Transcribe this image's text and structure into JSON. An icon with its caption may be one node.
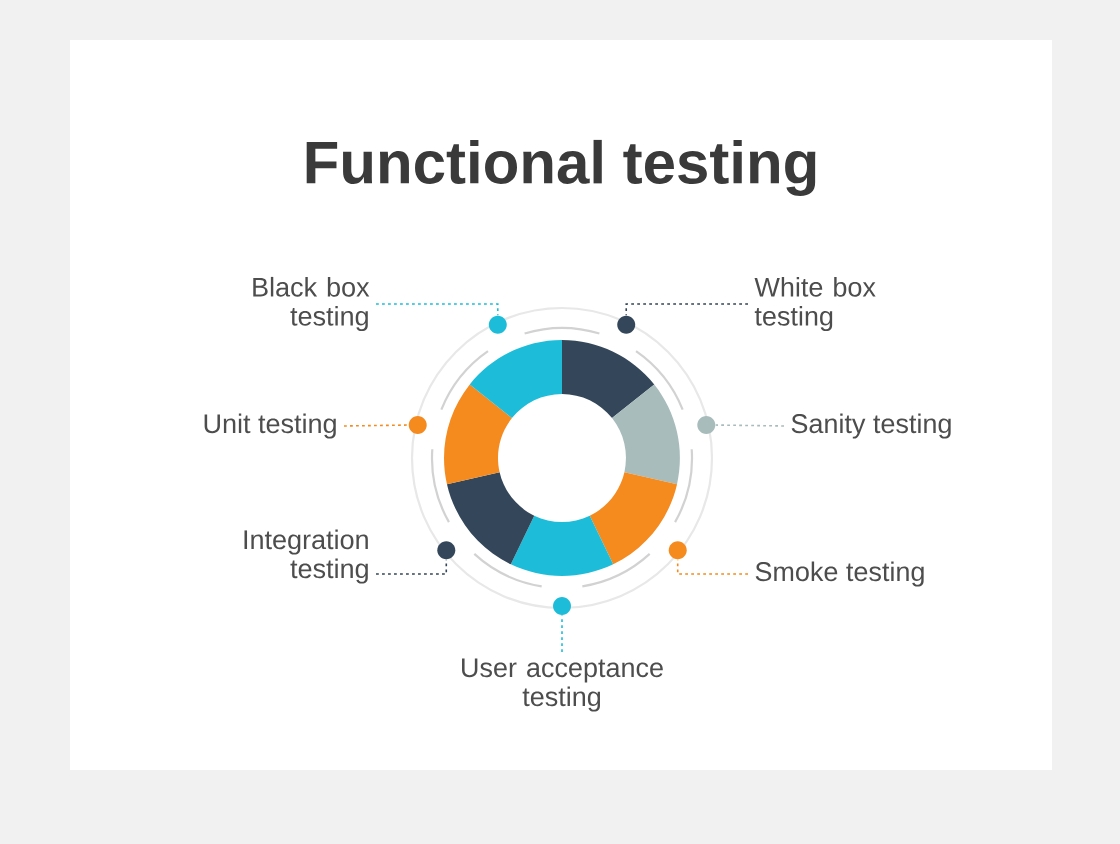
{
  "diagram": {
    "title": "Functional testing",
    "nodes": [
      {
        "text": [
          "Black box testing"
        ]
      },
      {
        "text": [
          "White box testing"
        ]
      },
      {
        "text": [
          "Unit testing"
        ]
      },
      {
        "text": [
          "Sanity testing"
        ]
      },
      {
        "text": [
          "Integration testing"
        ]
      },
      {
        "text": [
          "Smoke testing"
        ]
      },
      {
        "text": [
          "User acceptance testing"
        ]
      },
      {
        "text": [],
        "shape": "circle"
      },
      {
        "text": [],
        "shape": "circle"
      },
      {
        "text": [],
        "shape": "circle"
      },
      {
        "text": [],
        "shape": "circle"
      },
      {
        "text": [],
        "shape": "circle"
      },
      {
        "text": [],
        "shape": "circle"
      },
      {
        "text": [],
        "shape": "circle"
      }
    ],
    "edges": [
      {
        "from": 0,
        "to": 7,
        "arrow": "none",
        "style": "dashed",
        "color": "#1dbdda"
      },
      {
        "from": 1,
        "to": 8,
        "arrow": "none",
        "style": "dashed",
        "color": "#34475a"
      },
      {
        "from": 2,
        "to": 9,
        "arrow": "none",
        "style": "dashed",
        "color": "#f58a1f"
      },
      {
        "from": 3,
        "to": 10,
        "arrow": "none",
        "style": "dashed",
        "color": "#a8bcbb"
      },
      {
        "from": 4,
        "to": 11,
        "arrow": "none",
        "style": "dashed",
        "color": "#34475a"
      },
      {
        "from": 5,
        "to": 12,
        "arrow": "none",
        "style": "dashed",
        "color": "#f58a1f"
      },
      {
        "from": 6,
        "to": 13,
        "arrow": "none",
        "style": "dashed",
        "color": "#1dbdda"
      }
    ]
  }
}
